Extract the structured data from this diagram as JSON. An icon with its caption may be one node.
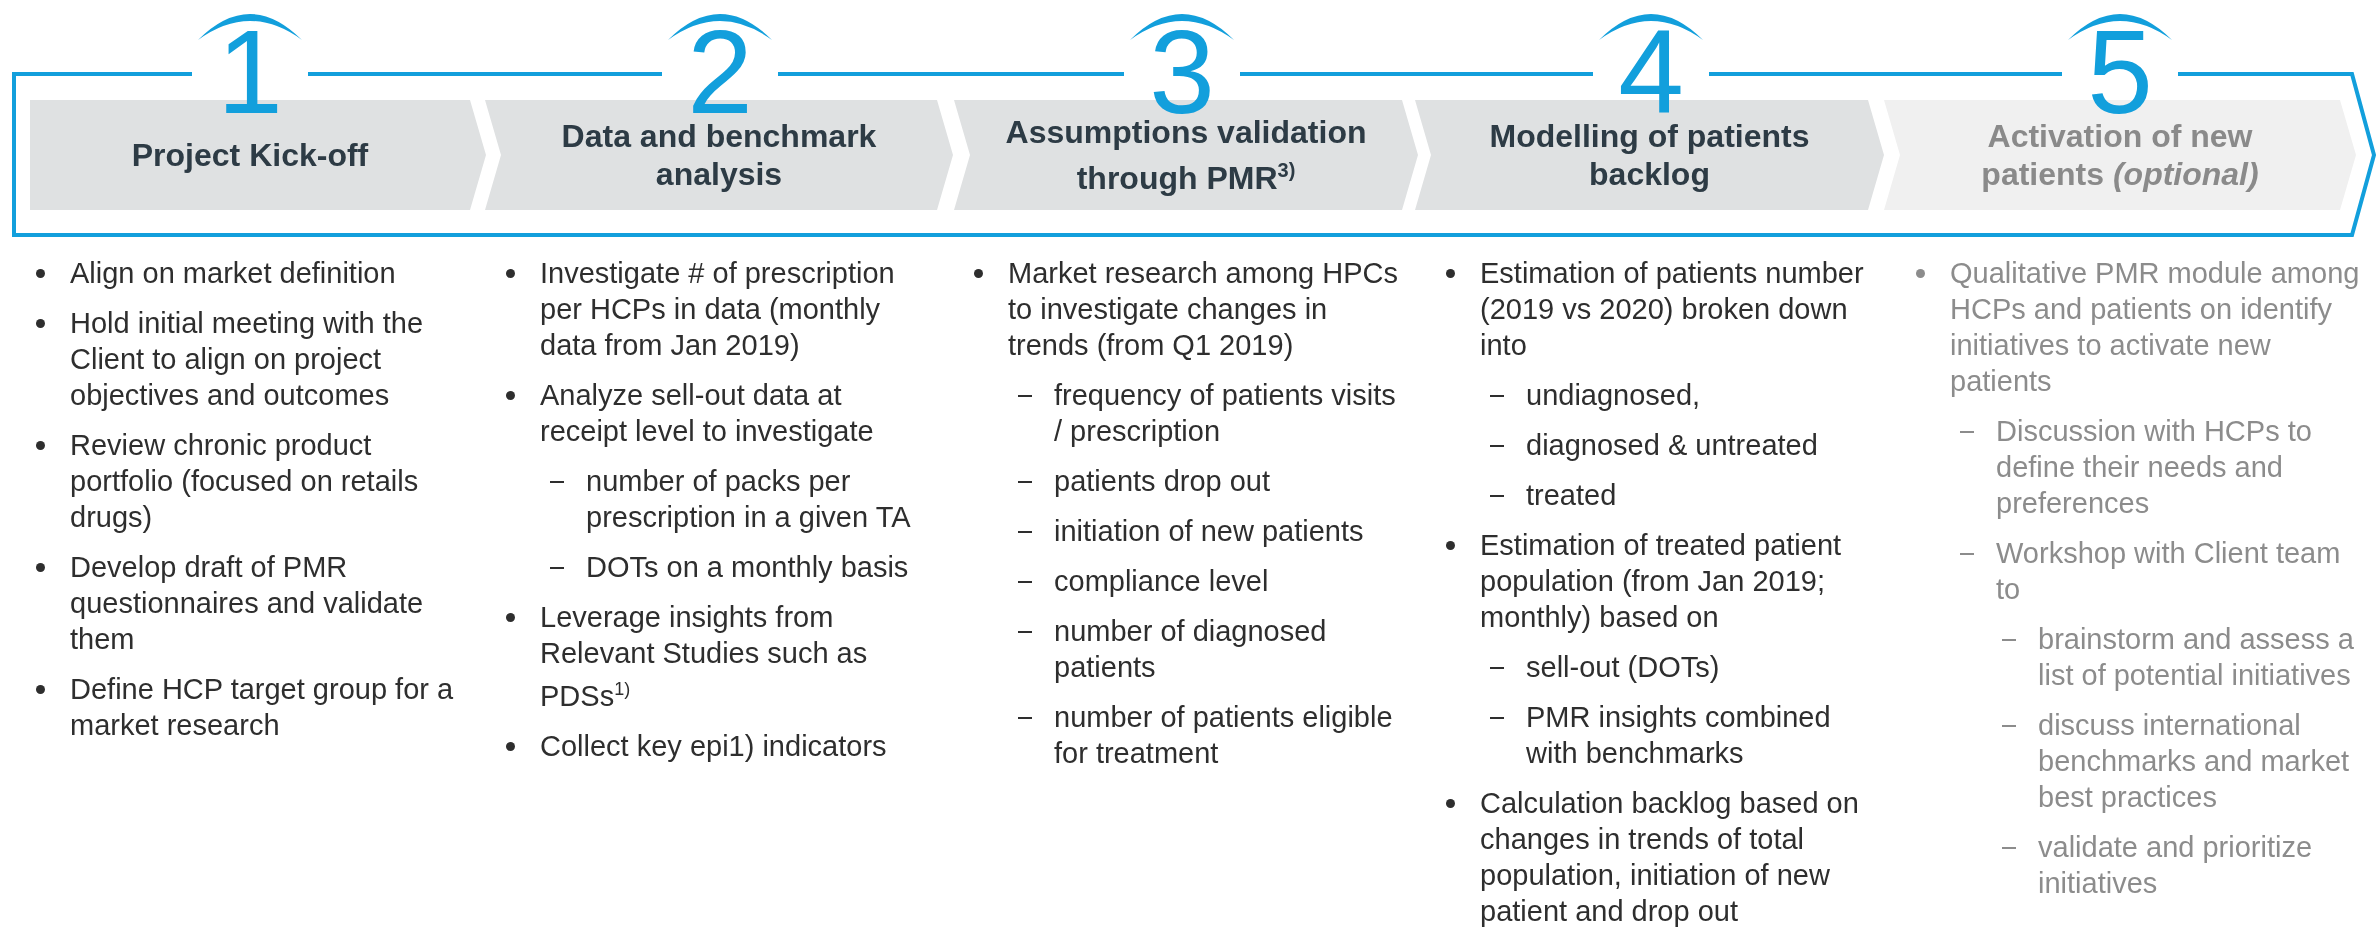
{
  "diagram": {
    "nodes": [
      {
        "text": [
          "1",
          "Project Kick-off"
        ]
      },
      {
        "text": [
          "2",
          "Data and benchmark analysis"
        ]
      },
      {
        "text": [
          "3",
          "Assumptions validation through PMR$^{3)}$"
        ]
      },
      {
        "text": [
          "4",
          "Modelling of patients backlog"
        ]
      },
      {
        "text": [
          "5",
          "Activation of new patients *(optional)*"
        ]
      }
    ],
    "labels": [
      "Align on market definition",
      "Hold initial meeting with the Client to align on project objectives and outcomes",
      "Review chronic product portfolio (focused on retails drugs)",
      "Develop draft of PMR questionnaires and validate them",
      "Define HCP target group for a market research",
      "Investigate # of prescription per HCPs in data (monthly data from Jan 2019)",
      "Analyze sell-out data at receipt level to investigate",
      "number of packs per prescription in a given TA",
      "DOTs on a monthly basis",
      "Leverage insights from Relevant Studies such as PDSs$^{1)}$",
      "Collect key epi1) indicators",
      "Market research among HPCs to investigate changes in trends (from Q1 2019)",
      "frequency of patients visits / prescription",
      "patients drop out",
      "initiation of new patients",
      "compliance level",
      "number of diagnosed patients",
      "number of patients eligible for treatment",
      "Estimation of patients number (2019 vs 2020) broken down into",
      "undiagnosed,",
      "diagnosed & untreated",
      "treated",
      "Estimation of treated patient population (from Jan 2019; monthly) based on",
      "sell-out (DOTs)",
      "PMR insights combined with benchmarks",
      "Calculation backlog based on changes in trends of total population, initiation of new patient and drop out",
      "Qualitative PMR module among HCPs and patients on identify initiatives to activate new patients",
      "Discussion with HCPs to define their needs and preferences",
      "Workshop with Client team to",
      "brainstorm and assess a list of potential initiatives",
      "discuss international benchmarks and market best practices",
      "validate and prioritize initiatives"
    ]
  }
}
